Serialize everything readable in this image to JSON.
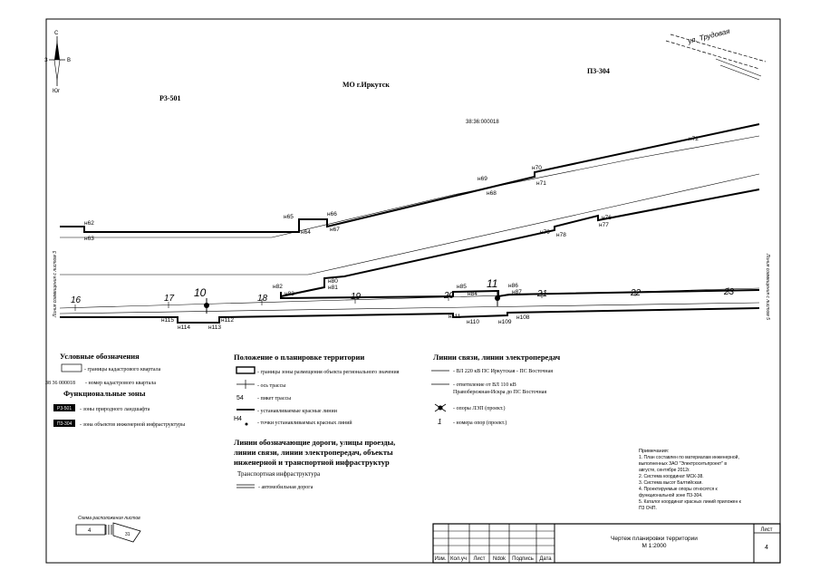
{
  "map": {
    "compass": {
      "north": "С",
      "south": "Юг",
      "west": "З",
      "east": "В"
    },
    "region_labels": {
      "municipality": "МО г.Иркутск",
      "left_zone": "Р3-501",
      "right_zone": "П3-304",
      "cadastral": "38:36:000018",
      "road_name": "ул. Трудовая"
    },
    "side_labels": {
      "left": "Линия совмещения с листом 3",
      "right": "Линия совмещения с листом 5"
    },
    "points": [
      {
        "label": "н62"
      },
      {
        "label": "н63"
      },
      {
        "label": "н64"
      },
      {
        "label": "н65"
      },
      {
        "label": "н66"
      },
      {
        "label": "н67"
      },
      {
        "label": "н68"
      },
      {
        "label": "н69"
      },
      {
        "label": "н70"
      },
      {
        "label": "н71"
      },
      {
        "label": "н72"
      },
      {
        "label": "н76"
      },
      {
        "label": "н77"
      },
      {
        "label": "н78"
      },
      {
        "label": "н79"
      },
      {
        "label": "н80"
      },
      {
        "label": "н81"
      },
      {
        "label": "н82"
      },
      {
        "label": "н83"
      },
      {
        "label": "н84"
      },
      {
        "label": "н85"
      },
      {
        "label": "н86"
      },
      {
        "label": "н87"
      },
      {
        "label": "н108"
      },
      {
        "label": "н109"
      },
      {
        "label": "н110"
      },
      {
        "label": "н111"
      },
      {
        "label": "н112"
      },
      {
        "label": "н113"
      },
      {
        "label": "н114"
      },
      {
        "label": "н115"
      }
    ],
    "pickets": [
      "16",
      "17",
      "18",
      "19",
      "20",
      "21",
      "22",
      "23"
    ],
    "supports": [
      "10",
      "11"
    ]
  },
  "legend": {
    "conventional_title": "Условные обозначения",
    "cadastral_boundary": "- границы кадастрового квартала",
    "cadastral_number_sample": "38 36 000018",
    "cadastral_number_desc": "- номер кадастрового квартала",
    "functional_title": "Функциональные зоны",
    "zone1_code": "Р3-501",
    "zone1_desc": "- зоны природного ландшафта",
    "zone2_code": "П3-304",
    "zone2_desc": "- зона объектов инженерной инфраструктуры",
    "position_title": "Положение о планировке территории",
    "pos_items": [
      "- границы зоны размещения объекта регионального значения",
      "- ось трассы",
      "- пикет трассы",
      "- устанавливаемые красные линии",
      "- точки устанавливаемых красных линий"
    ],
    "picket_sample": "54",
    "point_sample": "Н4",
    "lines_title_1": "Линии обозначающие дороги, улицы проезды,",
    "lines_title_2": "линии связи, линии электропередач, объекты",
    "lines_title_3": "инженерной и транспортной инфраструктур",
    "transport_title": "Транспортная инфраструктура",
    "road_desc": "- автомобильная дорога",
    "power_title": "Линии связи, линии электропередач",
    "power_items": [
      "- ВЛ 220 кВ ПС Иркутская - ПС Восточная",
      "- ответвление от ВЛ 110 кВ",
      "Правобережная-Искра до ПС Восточная",
      "- опоры ЛЭП (проект.)",
      "- номера опор (проект.)"
    ],
    "support_number_sample": "1"
  },
  "notes": {
    "title": "Примечания:",
    "items": [
      "1. План составлен по материалам инженерной,",
      "выполненных ЗАО \"Электросетьпроект\" в",
      "августе, сентябре 2012г.",
      "2. Система координат МСК-38.",
      "3. Система высот Балтийская.",
      "4. Проектируемые опоры относятся к",
      "функциональной зоне П3-304.",
      "5. Каталог координат красных линий приложен к",
      "П3 ОЧП."
    ]
  },
  "sheet_scheme": {
    "title": "Схема расположения листов",
    "left_sheet": "4",
    "right_sheet": "31"
  },
  "stamp": {
    "headers": [
      "Изм.",
      "Кол.уч",
      "Лист",
      "Ndok",
      "Подпись",
      "Дата"
    ],
    "title_line1": "Чертеж планировки территории",
    "title_line2": "М 1:2000",
    "sheet_label": "Лист",
    "sheet_number": "4"
  }
}
